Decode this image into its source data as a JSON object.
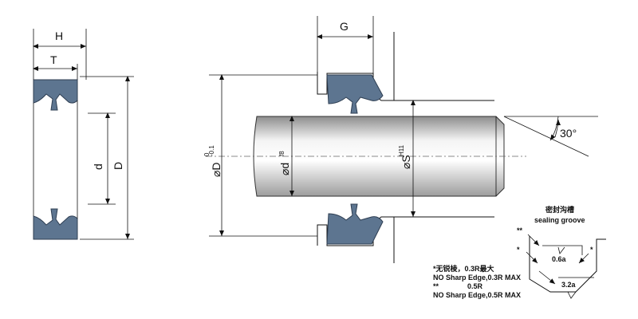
{
  "labels": {
    "H": "H",
    "T": "T",
    "d": "d",
    "D": "D",
    "G": "G",
    "D_dia": "D",
    "D_tol_up": "0",
    "D_tol_low": "-0.1",
    "d_dia": "d",
    "d_tol": "f8",
    "S_dia": "S",
    "S_tol": "H11",
    "diameter_symbol": "⌀",
    "angle": "30°"
  },
  "groove": {
    "title_cn": "密封沟槽",
    "title_en": "sealing groove",
    "double_star": "**",
    "single_star": "*",
    "roughness_a": "0.6a",
    "roughness_b": "3.2a"
  },
  "notes": {
    "line1": "*无锐棱，0.3R最大",
    "line2": "NO Sharp Edge,0.3R MAX",
    "line3_star": "**",
    "line3_val": "0.5R",
    "line4": "NO Sharp Edge,0.5R MAX"
  },
  "colors": {
    "seal": "#5d7590",
    "seal_stroke": "#2e3e52",
    "rod_light": "#ffffff",
    "rod_dark": "#9a9a9a"
  }
}
